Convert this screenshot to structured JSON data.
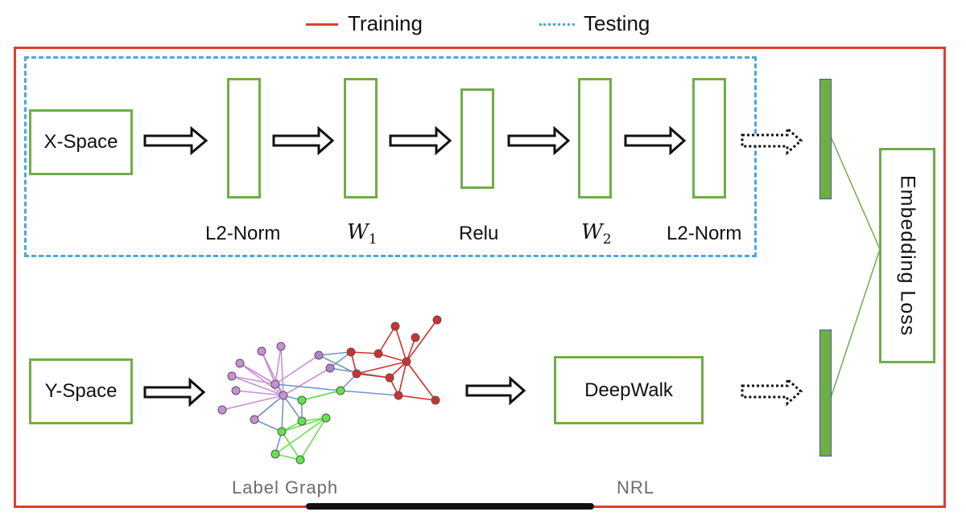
{
  "legend": {
    "training_label": "Training",
    "testing_label": "Testing",
    "training_color": "#e03c31",
    "testing_color": "#4aa8dc"
  },
  "x_branch": {
    "input_label": "X-Space",
    "layers": [
      {
        "name": "L2-Norm"
      },
      {
        "name": "W",
        "sub": "1"
      },
      {
        "name": "Relu"
      },
      {
        "name": "W",
        "sub": "2"
      },
      {
        "name": "L2-Norm"
      }
    ]
  },
  "y_branch": {
    "input_label": "Y-Space",
    "graph_caption": "Label Graph",
    "model_label": "DeepWalk",
    "model_caption": "NRL"
  },
  "loss_label": "Embedding Loss",
  "colors": {
    "box_border": "#70ad47",
    "embedding_fill": "#70ad47",
    "embedding_border": "#3b5aa6",
    "graph_pink": "#c98fd6",
    "graph_red": "#d0312d",
    "graph_green": "#66e34c",
    "graph_blue": "#6f97c8"
  }
}
